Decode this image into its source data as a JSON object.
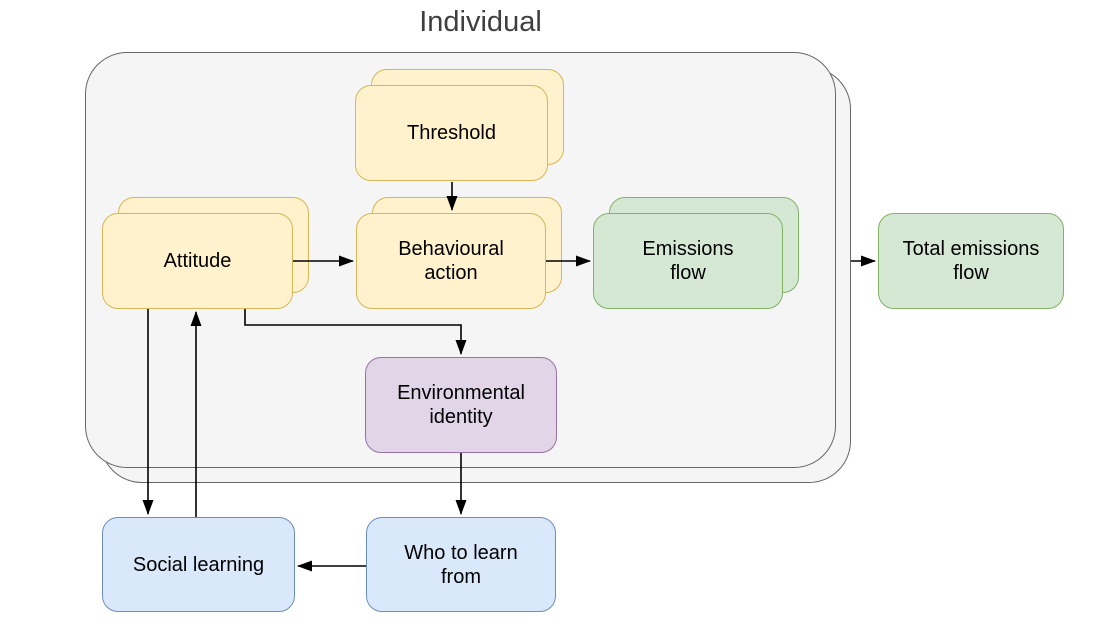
{
  "diagram": {
    "title": "Individual",
    "nodes": [
      {
        "id": "threshold",
        "label": "Threshold",
        "color": "yellow",
        "stacked": true
      },
      {
        "id": "attitude",
        "label": "Attitude",
        "color": "yellow",
        "stacked": true
      },
      {
        "id": "behavioural_action",
        "label": "Behavioural\naction",
        "color": "yellow",
        "stacked": true
      },
      {
        "id": "emissions_flow",
        "label": "Emissions\nflow",
        "color": "green",
        "stacked": true
      },
      {
        "id": "total_emissions_flow",
        "label": "Total emissions\nflow",
        "color": "green",
        "stacked": false
      },
      {
        "id": "environmental_identity",
        "label": "Environmental\nidentity",
        "color": "purple",
        "stacked": false
      },
      {
        "id": "social_learning",
        "label": "Social learning",
        "color": "blue",
        "stacked": false
      },
      {
        "id": "who_to_learn_from",
        "label": "Who to learn\nfrom",
        "color": "blue",
        "stacked": false
      }
    ],
    "edges": [
      {
        "from": "threshold",
        "to": "behavioural_action"
      },
      {
        "from": "attitude",
        "to": "behavioural_action"
      },
      {
        "from": "behavioural_action",
        "to": "emissions_flow"
      },
      {
        "from": "individual_group",
        "to": "total_emissions_flow"
      },
      {
        "from": "attitude",
        "to": "environmental_identity"
      },
      {
        "from": "environmental_identity",
        "to": "who_to_learn_from"
      },
      {
        "from": "who_to_learn_from",
        "to": "social_learning"
      },
      {
        "from": "attitude",
        "to": "social_learning"
      },
      {
        "from": "social_learning",
        "to": "attitude"
      }
    ],
    "colors": {
      "yellow_fill": "#FFF2CC",
      "yellow_border": "#D6B656",
      "green_fill": "#D5E8D4",
      "green_border": "#82B366",
      "purple_fill": "#E1D5E7",
      "purple_border": "#9673A6",
      "blue_fill": "#DAE8FC",
      "blue_border": "#6C8EBF",
      "group_fill": "#F5F5F5",
      "group_border": "#666666",
      "arrow": "#000000",
      "title_text": "#3F3F3F"
    }
  }
}
